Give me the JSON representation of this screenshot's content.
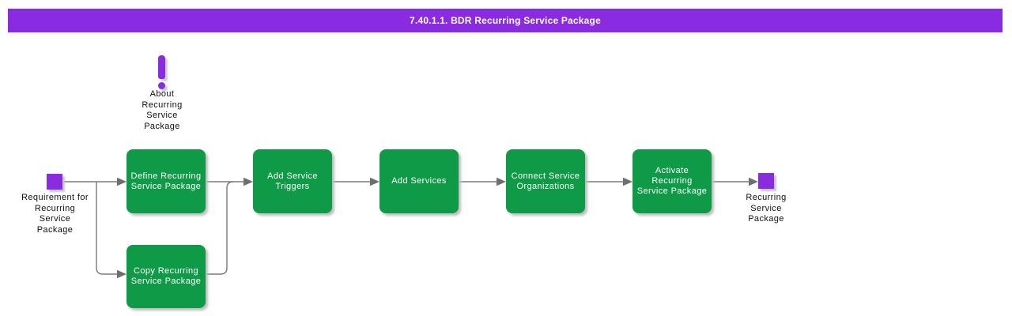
{
  "title_bar": {
    "label": "7.40.1.1. BDR Recurring Service Package",
    "bg_color": "#8A2BE2",
    "text_color": "#FFFFFF"
  },
  "colors": {
    "process_green": "#0E9A47",
    "event_purple": "#8A2BE2",
    "connector_gray": "#7A7A7A",
    "shadow_gray": "#BDBDBD"
  },
  "about_note": {
    "icon": "exclamation-icon",
    "label": "About\nRecurring\nService\nPackage"
  },
  "start_event": {
    "label": "Requirement for\nRecurring\nService\nPackage"
  },
  "end_event": {
    "label": "Recurring\nService\nPackage"
  },
  "steps": [
    {
      "id": "define-recurring-service-package",
      "label": "Define Recurring\nService Package"
    },
    {
      "id": "copy-recurring-service-package",
      "label": "Copy Recurring\nService Package"
    },
    {
      "id": "add-service-triggers",
      "label": "Add Service\nTriggers"
    },
    {
      "id": "add-services",
      "label": "Add Services"
    },
    {
      "id": "connect-service-organizations",
      "label": "Connect Service\nOrganizations"
    },
    {
      "id": "activate-recurring-service-package",
      "label": "Activate\nRecurring\nService Package"
    }
  ]
}
